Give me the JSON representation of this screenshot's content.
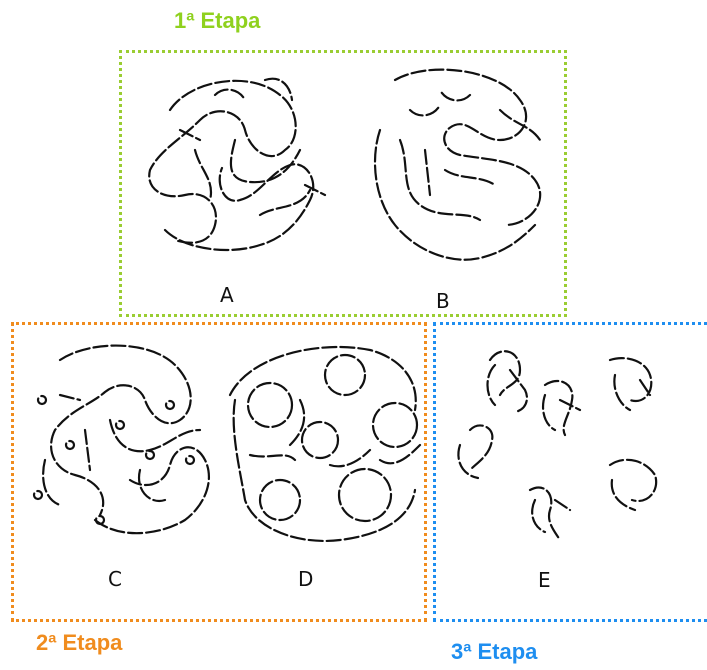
{
  "stages": {
    "stage1": "1ª Etapa",
    "stage2": "2ª Etapa",
    "stage3": "3ª Etapa"
  },
  "panels": {
    "a": "A",
    "b": "B",
    "c": "C",
    "d": "D",
    "e": "E"
  },
  "colors": {
    "stage1": "#8fd11e",
    "stage2": "#f08c1e",
    "stage3": "#1e8ef0"
  }
}
